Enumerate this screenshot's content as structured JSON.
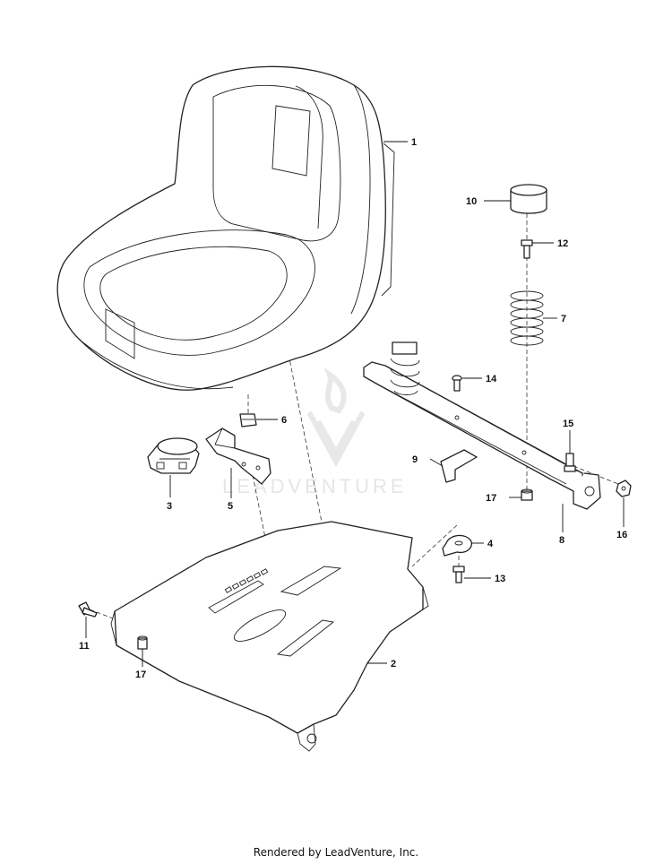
{
  "callouts": [
    "1",
    "2",
    "3",
    "4",
    "5",
    "6",
    "7",
    "8",
    "9",
    "10",
    "11",
    "12",
    "13",
    "14",
    "15",
    "16",
    "17"
  ],
  "watermark": "LEADVENTURE",
  "footer": "Rendered by LeadVenture, Inc."
}
